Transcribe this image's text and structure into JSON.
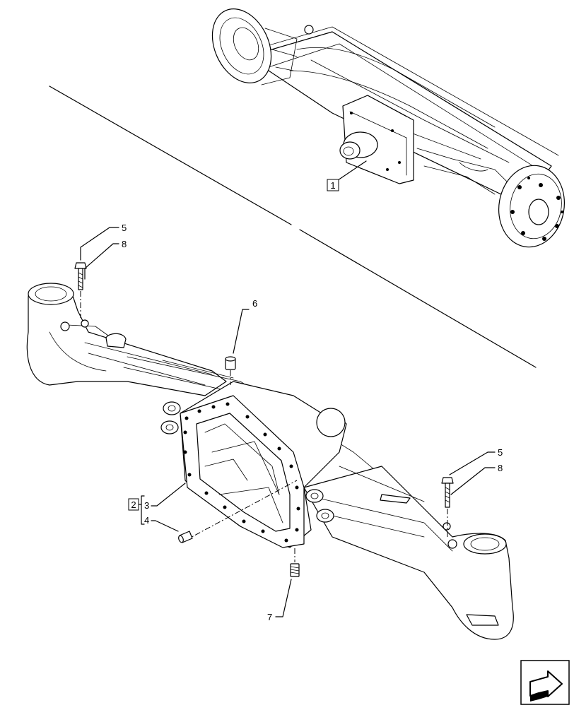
{
  "callouts": {
    "assembly_ref": "1",
    "bolt_top_5": "5",
    "bolt_top_8": "8",
    "bushing_6": "6",
    "bolt_right_5": "5",
    "bolt_right_8": "8",
    "housing_group": "2",
    "housing_3": "3",
    "pin_4": "4",
    "plug_7": "7"
  },
  "icons": {
    "nav": "return-arrow-icon"
  }
}
